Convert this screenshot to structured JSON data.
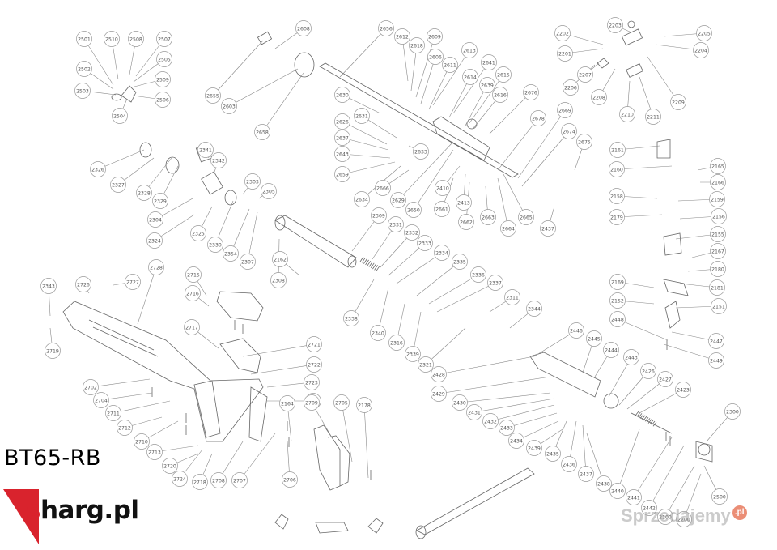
{
  "model": "BT65-RB",
  "logo": {
    "text_s": "s",
    "text_rest": "harg.pl",
    "accent": "#d9232d"
  },
  "watermark": {
    "text": "Sprzedajemy",
    "badge": ".pl"
  },
  "part_labels": [
    "2501",
    "2510",
    "2508",
    "2507",
    "2505",
    "2502",
    "2509",
    "2503",
    "2506",
    "2504",
    "2608",
    "2656",
    "2612",
    "2618",
    "2609",
    "2606",
    "2613",
    "2641",
    "2611",
    "2614",
    "2615",
    "2639",
    "2616",
    "2676",
    "2655",
    "2603",
    "2658",
    "2630",
    "2631",
    "2626",
    "2637",
    "2643",
    "2659",
    "2634",
    "2633",
    "2666",
    "2629",
    "2650",
    "2410",
    "2413",
    "2661",
    "2662",
    "2663",
    "2664",
    "2665",
    "2678",
    "2669",
    "2674",
    "2675",
    "2437",
    "2202",
    "2203",
    "2205",
    "2204",
    "2201",
    "2206",
    "2207",
    "2208",
    "2209",
    "2211",
    "2210",
    "2326",
    "2327",
    "2328",
    "2329",
    "2341",
    "2342",
    "2303",
    "2305",
    "2304",
    "2324",
    "2325",
    "2330",
    "2354",
    "2307",
    "2308",
    "2309",
    "2331",
    "2332",
    "2333",
    "2334",
    "2335",
    "2336",
    "2337",
    "2338",
    "2340",
    "2316",
    "2339",
    "2311",
    "2344",
    "2321",
    "2343",
    "2726",
    "2727",
    "2728",
    "2715",
    "2716",
    "2717",
    "2719",
    "2702",
    "2704",
    "2711",
    "2712",
    "2710",
    "2713",
    "2720",
    "2721",
    "2722",
    "2723",
    "2725",
    "2724",
    "2718",
    "2708",
    "2707",
    "2706",
    "2709",
    "2705",
    "2178",
    "2164",
    "2162",
    "2161",
    "2160",
    "2165",
    "2166",
    "2159",
    "2158",
    "2179",
    "2156",
    "2155",
    "2167",
    "2180",
    "2181",
    "2169",
    "2152",
    "2151",
    "2448",
    "2447",
    "2449",
    "2446",
    "2445",
    "2444",
    "2443",
    "2426",
    "2427",
    "2423",
    "2428",
    "2429",
    "2430",
    "2431",
    "2432",
    "2433",
    "2434",
    "2439",
    "2435",
    "2436",
    "2437",
    "2438",
    "2440",
    "2441",
    "2442",
    "2100",
    "2200",
    "2500",
    "2300"
  ]
}
